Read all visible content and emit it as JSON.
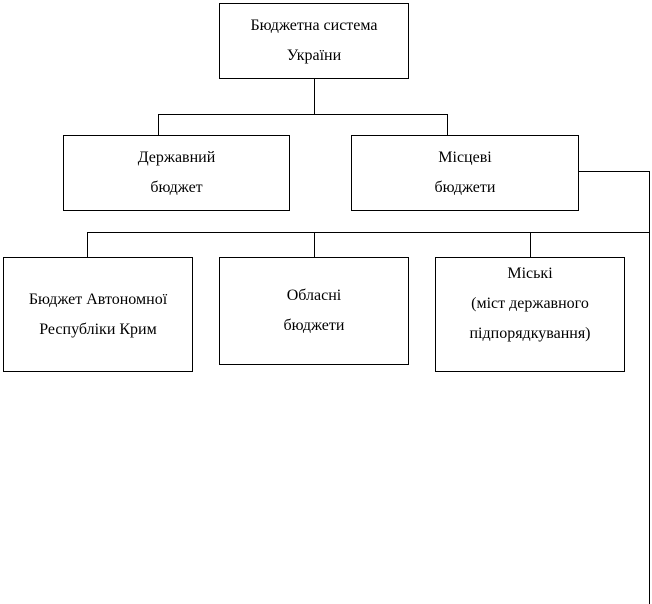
{
  "root": {
    "line1": "Бюджетна система",
    "line2": "України"
  },
  "level1": [
    {
      "line1": "Державний",
      "line2": "бюджет"
    },
    {
      "line1": "Місцеві",
      "line2": "бюджети"
    }
  ],
  "level2": [
    {
      "line1": "Бюджет Автономної",
      "line2": "Республіки Крим"
    },
    {
      "line1": "Обласні",
      "line2": "бюджети"
    },
    {
      "line1": "Міські",
      "line2": "(міст державного",
      "line3": "підпорядкування)"
    }
  ]
}
